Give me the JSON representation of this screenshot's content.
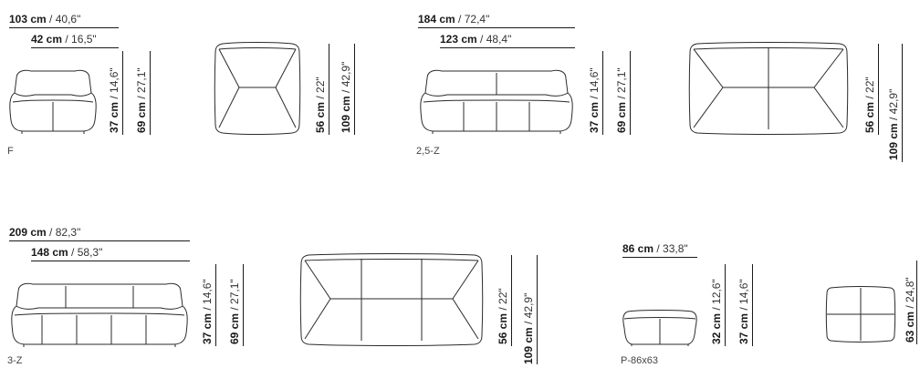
{
  "models": {
    "f": {
      "code": "F",
      "width": {
        "cm": "103 cm",
        "in": "40,6\""
      },
      "seat_width": {
        "cm": "42 cm",
        "in": "16,5\""
      },
      "seat_height": {
        "cm": "37 cm",
        "in": "14,6\""
      },
      "height": {
        "cm": "69 cm",
        "in": "27,1\""
      },
      "seat_depth": {
        "cm": "56 cm",
        "in": "22\""
      },
      "depth": {
        "cm": "109 cm",
        "in": "42,9\""
      }
    },
    "z25": {
      "code": "2,5-Z",
      "width": {
        "cm": "184 cm",
        "in": "72,4\""
      },
      "seat_width": {
        "cm": "123 cm",
        "in": "48,4\""
      },
      "seat_height": {
        "cm": "37 cm",
        "in": "14,6\""
      },
      "height": {
        "cm": "69 cm",
        "in": "27,1\""
      },
      "seat_depth": {
        "cm": "56 cm",
        "in": "22\""
      },
      "depth": {
        "cm": "109 cm",
        "in": "42,9\""
      }
    },
    "z3": {
      "code": "3-Z",
      "width": {
        "cm": "209 cm",
        "in": "82,3\""
      },
      "seat_width": {
        "cm": "148 cm",
        "in": "58,3\""
      },
      "seat_height": {
        "cm": "37 cm",
        "in": "14,6\""
      },
      "height": {
        "cm": "69 cm",
        "in": "27,1\""
      },
      "seat_depth": {
        "cm": "56 cm",
        "in": "22\""
      },
      "depth": {
        "cm": "109 cm",
        "in": "42,9\""
      }
    },
    "p": {
      "code": "P-86x63",
      "width": {
        "cm": "86 cm",
        "in": "33,8\""
      },
      "seat_height": {
        "cm": "32 cm",
        "in": "12,6\""
      },
      "height": {
        "cm": "37 cm",
        "in": "14,6\""
      },
      "depth": {
        "cm": "63 cm",
        "in": "24,8\""
      }
    }
  },
  "separator": " / "
}
